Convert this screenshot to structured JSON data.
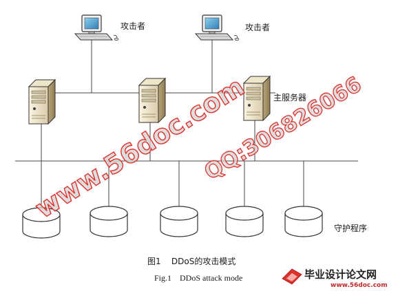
{
  "labels": {
    "attacker_left": "攻击者",
    "attacker_right": "攻击者",
    "main_server": "主服务器",
    "daemon": "守护程序"
  },
  "caption": {
    "chinese": "图1    DDoS的攻击模式",
    "english": "Fig.1    DDoS attack mode"
  },
  "watermark": {
    "site": "www.56doc.com",
    "qq": "QQ:306826066",
    "color": "#d4d4d4",
    "outline": "#e0302b"
  },
  "brand": {
    "name": "毕业设计论文网",
    "url": "www.56doc.com",
    "accent": "#e0302b"
  }
}
